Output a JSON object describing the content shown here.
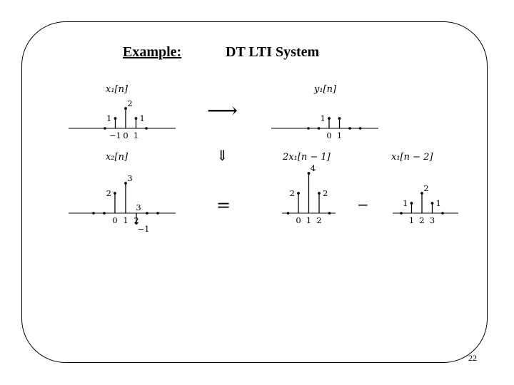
{
  "slide": {
    "title": "Example:",
    "heading": "DT LTI System",
    "page_number": "22"
  },
  "operators": {
    "arrow": "⟶",
    "implies": "⇓",
    "equals": "=",
    "minus": "−"
  },
  "plots": [
    {
      "id": "x1",
      "label": "x₁[n]",
      "stems": [
        {
          "n": -1,
          "v": 1,
          "label": "1"
        },
        {
          "n": 0,
          "v": 2,
          "label": "2"
        },
        {
          "n": 1,
          "v": 1,
          "label": "1"
        }
      ],
      "dots": [
        -2,
        2
      ],
      "ticks": [
        {
          "n": -1,
          "text": "−1"
        },
        {
          "n": 0,
          "text": "0"
        },
        {
          "n": 1,
          "text": "1"
        }
      ]
    },
    {
      "id": "y1",
      "label": "y₁[n]",
      "stems": [
        {
          "n": 0,
          "v": 1,
          "label": "1"
        },
        {
          "n": 1,
          "v": 1,
          "label": ""
        }
      ],
      "dots": [
        -2,
        -1,
        2,
        3
      ],
      "ticks": [
        {
          "n": 0,
          "text": "0"
        },
        {
          "n": 1,
          "text": "1"
        }
      ]
    },
    {
      "id": "x2",
      "label": "x₂[n]",
      "stems": [
        {
          "n": 0,
          "v": 2,
          "label": "2"
        },
        {
          "n": 1,
          "v": 3,
          "label": "3"
        },
        {
          "n": 2,
          "v": -1,
          "label": "3"
        }
      ],
      "dots": [
        -2,
        -1,
        3,
        4
      ],
      "ticks": [
        {
          "n": 0,
          "text": "0"
        },
        {
          "n": 1,
          "text": "1"
        },
        {
          "n": 2,
          "text": "2"
        }
      ],
      "below": [
        {
          "n": 2,
          "text": "−1"
        }
      ]
    },
    {
      "id": "y2a",
      "label": "2x₁[n − 1]",
      "stems": [
        {
          "n": 0,
          "v": 2,
          "label": "2"
        },
        {
          "n": 1,
          "v": 4,
          "label": "4"
        },
        {
          "n": 2,
          "v": 2,
          "label": "2"
        }
      ],
      "dots": [
        -1,
        3
      ],
      "ticks": [
        {
          "n": 0,
          "text": "0"
        },
        {
          "n": 1,
          "text": "1"
        },
        {
          "n": 2,
          "text": "2"
        }
      ]
    },
    {
      "id": "y2b",
      "label": "x₁[n − 2]",
      "stems": [
        {
          "n": 1,
          "v": 1,
          "label": "1"
        },
        {
          "n": 2,
          "v": 2,
          "label": "2"
        },
        {
          "n": 3,
          "v": 1,
          "label": "1"
        }
      ],
      "dots": [
        0,
        4
      ],
      "ticks": [
        {
          "n": 1,
          "text": "1"
        },
        {
          "n": 2,
          "text": "2"
        },
        {
          "n": 3,
          "text": "3"
        }
      ]
    }
  ]
}
